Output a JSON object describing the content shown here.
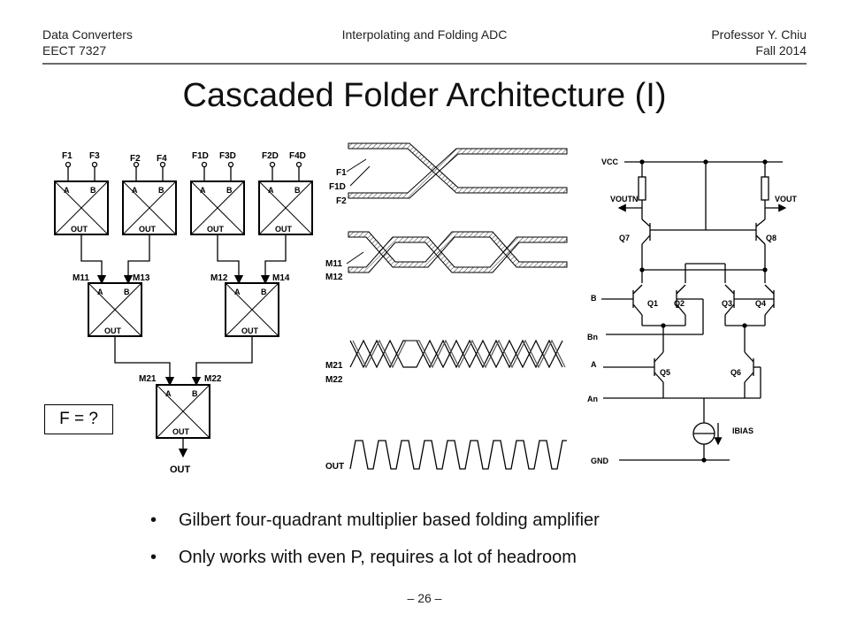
{
  "header": {
    "course": "Data Converters",
    "course_code": "EECT 7327",
    "topic": "Interpolating and Folding ADC",
    "instructor": "Professor Y. Chiu",
    "term": "Fall 2014"
  },
  "title": "Cascaded Folder Architecture (I)",
  "tree_diagram": {
    "inputs": [
      "F1",
      "F3",
      "F2",
      "F4",
      "F1D",
      "F3D",
      "F2D",
      "F4D"
    ],
    "port_a": "A",
    "port_b": "B",
    "out_port": "OUT",
    "mid_signals": [
      "M11",
      "M13",
      "M12",
      "M14"
    ],
    "final_signals": [
      "M21",
      "M22"
    ],
    "output": "OUT"
  },
  "waveforms": {
    "labels_1": [
      "F1",
      "F1D",
      "F2"
    ],
    "labels_2": [
      "M11",
      "M12"
    ],
    "labels_3": [
      "M21",
      "M22"
    ],
    "labels_4": [
      "OUT"
    ]
  },
  "schematic": {
    "vcc": "VCC",
    "voutn": "VOUTN",
    "vout": "VOUT",
    "transistors": [
      "Q7",
      "Q8",
      "Q1",
      "Q2",
      "Q3",
      "Q4",
      "Q5",
      "Q6"
    ],
    "inputs": [
      "B",
      "Bn",
      "A",
      "An"
    ],
    "ibias": "IBIAS",
    "gnd": "GND"
  },
  "question_box": "F = ?",
  "bullets": [
    "Gilbert four-quadrant multiplier based folding amplifier",
    "Only works with even P, requires a lot of headroom"
  ],
  "footer": "– 26 –"
}
